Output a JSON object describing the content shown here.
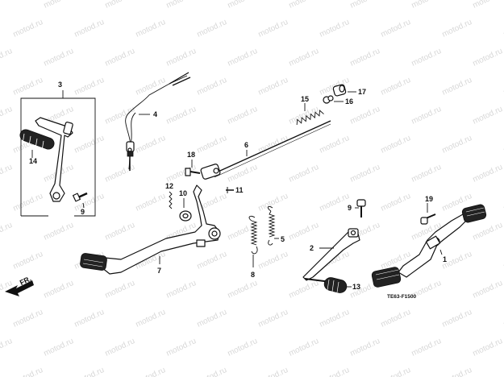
{
  "watermark": "motod.ru",
  "drawing_code": "TE63-F1500",
  "direction_label": "FR.",
  "callouts": [
    {
      "id": "c1",
      "text": "1"
    },
    {
      "id": "c2",
      "text": "2"
    },
    {
      "id": "c3",
      "text": "3"
    },
    {
      "id": "c4",
      "text": "4"
    },
    {
      "id": "c5",
      "text": "5"
    },
    {
      "id": "c6",
      "text": "6"
    },
    {
      "id": "c7",
      "text": "7"
    },
    {
      "id": "c8",
      "text": "8"
    },
    {
      "id": "c9a",
      "text": "9"
    },
    {
      "id": "c9b",
      "text": "9"
    },
    {
      "id": "c10",
      "text": "10"
    },
    {
      "id": "c11",
      "text": "11"
    },
    {
      "id": "c12",
      "text": "12"
    },
    {
      "id": "c13",
      "text": "13"
    },
    {
      "id": "c14",
      "text": "14"
    },
    {
      "id": "c15",
      "text": "15"
    },
    {
      "id": "c16",
      "text": "16"
    },
    {
      "id": "c17",
      "text": "17"
    },
    {
      "id": "c18",
      "text": "18"
    },
    {
      "id": "c19",
      "text": "19"
    }
  ]
}
